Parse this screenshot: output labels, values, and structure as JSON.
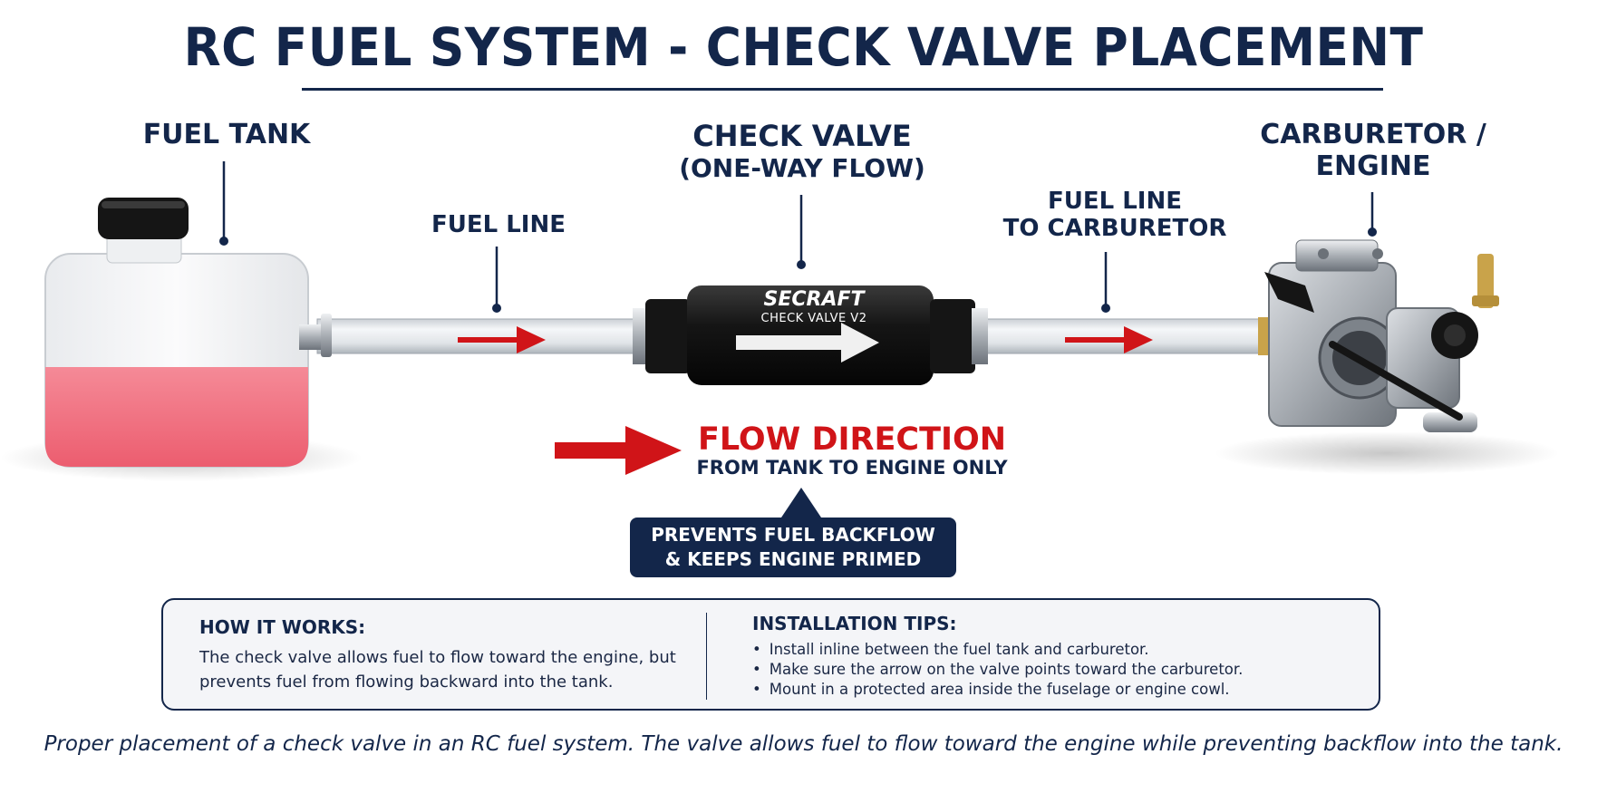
{
  "title": "RC FUEL SYSTEM - CHECK VALVE PLACEMENT",
  "labels": {
    "fuel_tank": "FUEL TANK",
    "fuel_line": "FUEL LINE",
    "check_valve": "CHECK VALVE",
    "check_valve_sub": "(ONE-WAY FLOW)",
    "fuel_line_carb_1": "FUEL LINE",
    "fuel_line_carb_2": "TO CARBURETOR",
    "carburetor_1": "CARBURETOR /",
    "carburetor_2": "ENGINE"
  },
  "valve": {
    "brand": "SECRAFT",
    "model": "CHECK VALVE V2"
  },
  "flow": {
    "title": "FLOW DIRECTION",
    "subtitle": "FROM TANK TO ENGINE ONLY"
  },
  "callout": {
    "line1": "PREVENTS FUEL BACKFLOW",
    "line2": "& KEEPS ENGINE PRIMED"
  },
  "info": {
    "how_heading": "HOW IT WORKS:",
    "how_text": "The check valve allows fuel to flow toward the engine, but prevents fuel from flowing backward into the tank.",
    "tips_heading": "INSTALLATION TIPS:",
    "tips": [
      "Install inline between the fuel tank and carburetor.",
      "Make sure the arrow on the valve points toward the carburetor.",
      "Mount in a protected area inside the fuselage or engine cowl."
    ]
  },
  "caption": "Proper placement of a check valve in an RC fuel system. The valve allows fuel to flow toward the engine while preventing backflow into the tank.",
  "colors": {
    "navy": "#13264a",
    "red": "#d01418",
    "fuel": "#f06a7a",
    "valve_body": "#141414"
  }
}
